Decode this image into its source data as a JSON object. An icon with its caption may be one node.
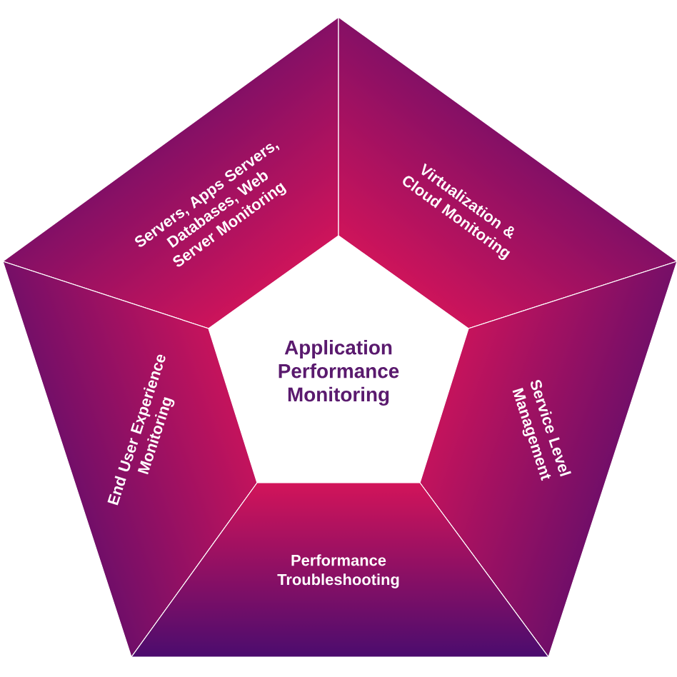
{
  "diagram": {
    "nodes": [
      {
        "text": [
          "Servers, Apps Servers, Databases, Web Server Monitoring"
        ]
      },
      {
        "text": [
          "Virtualization & Cloud Monitoring"
        ]
      },
      {
        "text": [
          "Application Performance Monitoring"
        ]
      },
      {
        "text": [
          "End User Experience Monitoring"
        ]
      },
      {
        "text": [
          "Service Level Management"
        ]
      },
      {
        "text": [
          "Performance Troubleshooting"
        ]
      }
    ]
  }
}
